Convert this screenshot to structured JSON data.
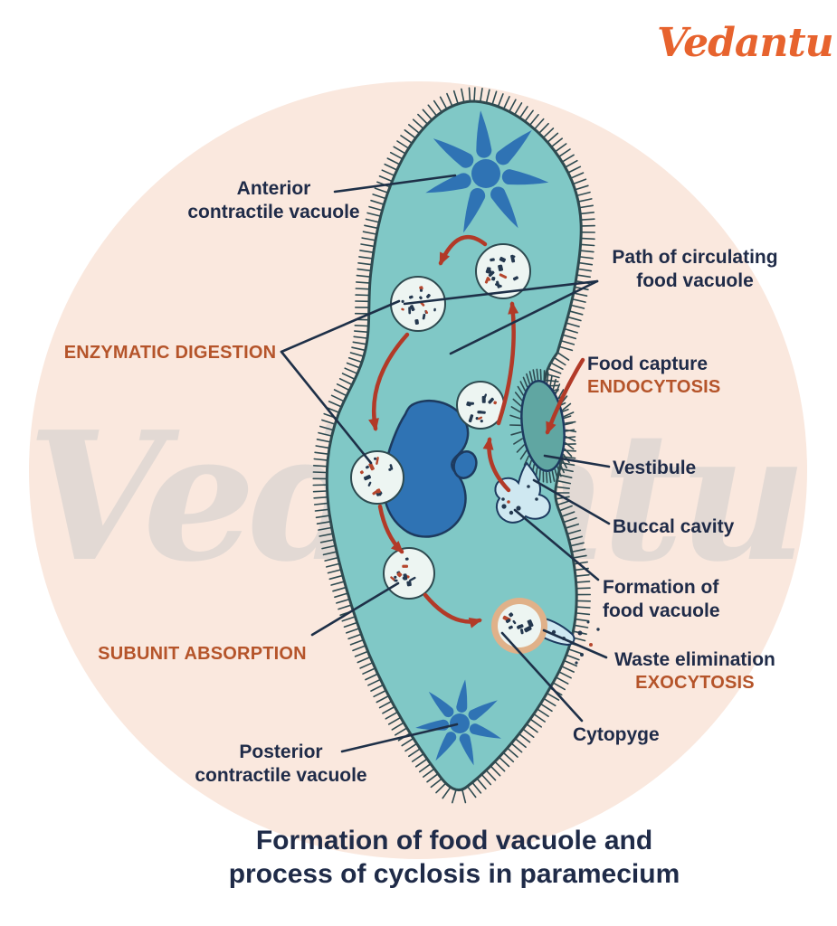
{
  "header": {
    "brand": "Vedantu"
  },
  "watermark": "Vedantu",
  "title": {
    "line1": "Formation of food vacuole and",
    "line2": "process of cyclosis in paramecium"
  },
  "labels": {
    "anterior": {
      "line1": "Anterior",
      "line2": "contractile vacuole"
    },
    "path": {
      "line1": "Path of circulating",
      "line2": "food vacuole"
    },
    "enzymatic": "ENZYMATIC DIGESTION",
    "food_capture": {
      "line1": "Food capture",
      "line2": "ENDOCYTOSIS"
    },
    "vestibule": "Vestibule",
    "buccal": "Buccal cavity",
    "formation": {
      "line1": "Formation of",
      "line2": "food vacuole"
    },
    "subunit": "SUBUNIT ABSORPTION",
    "waste": {
      "line1": "Waste elimination",
      "line2": "EXOCYTOSIS"
    },
    "cytopyge": "Cytopyge",
    "posterior": {
      "line1": "Posterior",
      "line2": "contractile vacuole"
    }
  },
  "colors": {
    "background": "#ffffff",
    "circle": "#fae8de",
    "cell_fill": "#80c8c6",
    "cell_outline": "#2e4a50",
    "organelle_blue": "#2f73b4",
    "organelle_outline": "#1d3a5f",
    "vacuole_fill": "#edf5f2",
    "vestibule_fill": "#60a6a2",
    "buccal_fill": "#cfe8f1",
    "arrow_red": "#b23a28",
    "leader_navy": "#1e3048",
    "label_navy": "#1f2b48",
    "label_orange": "#b5542a",
    "logo_orange": "#e7632e",
    "watermark_gray": "#cccccc",
    "waste_ring": "#e0b189",
    "particle_navy": "#24384f",
    "particle_red": "#b5472e"
  }
}
